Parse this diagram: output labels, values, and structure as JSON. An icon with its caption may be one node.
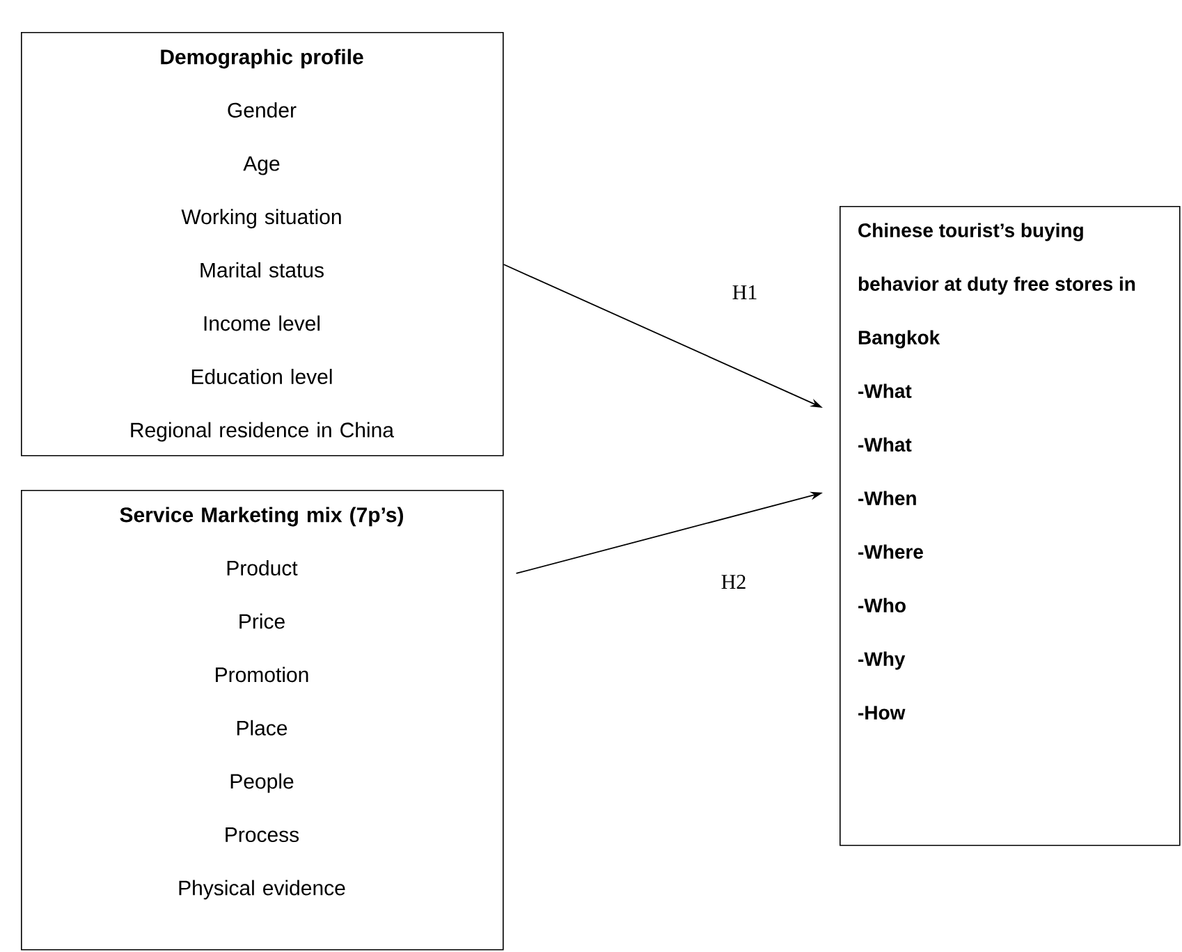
{
  "diagram": {
    "nodes": [
      {
        "text": [
          "Demographic profile",
          "Gender",
          "Age",
          "Working situation",
          "Marital status",
          "Income level",
          "Education level",
          "Regional residence in China"
        ]
      },
      {
        "text": [
          "Service Marketing mix (7p’s)",
          "Product",
          "Price",
          "Promotion",
          "Place",
          "People",
          "Process",
          "Physical evidence"
        ]
      },
      {
        "text": [
          "Chinese tourist’s buying behavior at duty free stores in Bangkok",
          "-What",
          "-What",
          "-When",
          "-Where",
          "-Who",
          "-Why",
          "-How"
        ]
      }
    ],
    "edges": [
      {
        "from": 0,
        "to": 2,
        "arrow": "to",
        "label": "H1"
      },
      {
        "from": 1,
        "to": 2,
        "arrow": "to",
        "label": "H2"
      }
    ]
  }
}
